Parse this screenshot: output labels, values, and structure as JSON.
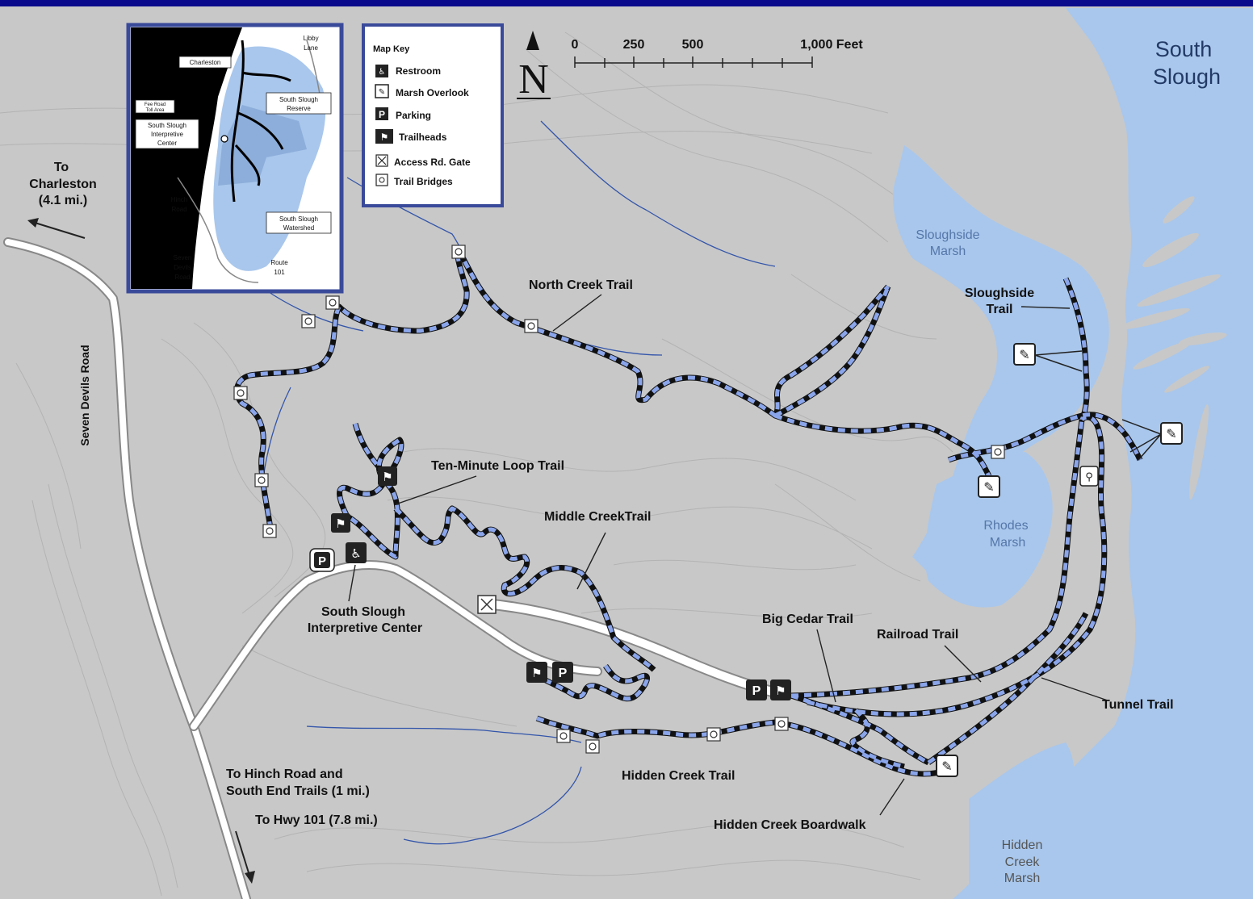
{
  "water_labels": {
    "south_slough": [
      "South",
      "Slough"
    ],
    "sloughside_marsh": [
      "Sloughside",
      "Marsh"
    ],
    "rhodes_marsh": [
      "Rhodes",
      "Marsh"
    ],
    "hidden_creek_marsh": [
      "Hidden",
      "Creek",
      "Marsh"
    ]
  },
  "trail_labels": {
    "north_creek": "North Creek Trail",
    "sloughside": [
      "Sloughside",
      "Trail"
    ],
    "ten_minute_loop": "Ten-Minute Loop Trail",
    "middle_creek": "Middle CreekTrail",
    "big_cedar": "Big Cedar Trail",
    "railroad": "Railroad Trail",
    "tunnel": "Tunnel Trail",
    "hidden_creek": "Hidden Creek Trail",
    "hidden_creek_boardwalk": "Hidden Creek Boardwalk"
  },
  "place_labels": {
    "interpretive_center": [
      "South Slough",
      "Interpretive Center"
    ],
    "to_charleston": [
      "To",
      "Charleston",
      "(4.1 mi.)"
    ],
    "seven_devils_road": "Seven Devils Road",
    "to_hinch": [
      "To Hinch Road and",
      "South End Trails (1 mi.)"
    ],
    "to_hwy101": "To Hwy 101 (7.8 mi.)"
  },
  "scale": {
    "ticks": [
      "0",
      "250",
      "500",
      "1,000 Feet"
    ],
    "north": "N"
  },
  "map_key": {
    "title": "Map Key",
    "items": [
      {
        "icon": "restroom-icon",
        "label": "Restroom"
      },
      {
        "icon": "marsh-overlook-icon",
        "label": "Marsh Overlook"
      },
      {
        "icon": "parking-icon",
        "label": "Parking"
      },
      {
        "icon": "trailhead-icon",
        "label": "Trailheads"
      },
      {
        "icon": "access-gate-icon",
        "label": "Access Rd. Gate"
      },
      {
        "icon": "trail-bridge-icon",
        "label": "Trail Bridges"
      }
    ]
  },
  "inset": {
    "charleston": "Charleston",
    "libby_lane": [
      "Libby",
      "Lane"
    ],
    "reserve": [
      "South Slough",
      "Reserve"
    ],
    "center": [
      "South Slough",
      "Interpretive",
      "Center"
    ],
    "fee": [
      "Fee Road",
      "Toll Area"
    ],
    "hinch": [
      "Hinch",
      "Road"
    ],
    "watershed": [
      "South Slough",
      "Watershed"
    ],
    "seven_devils": [
      "Seven",
      "Devils",
      "Road"
    ],
    "route101": [
      "Route",
      "101"
    ]
  },
  "colors": {
    "water": "#a9c7ec",
    "land": "#c8c8c8",
    "trail_blue": "#8aa5ea",
    "header": "#0a0a8c"
  }
}
